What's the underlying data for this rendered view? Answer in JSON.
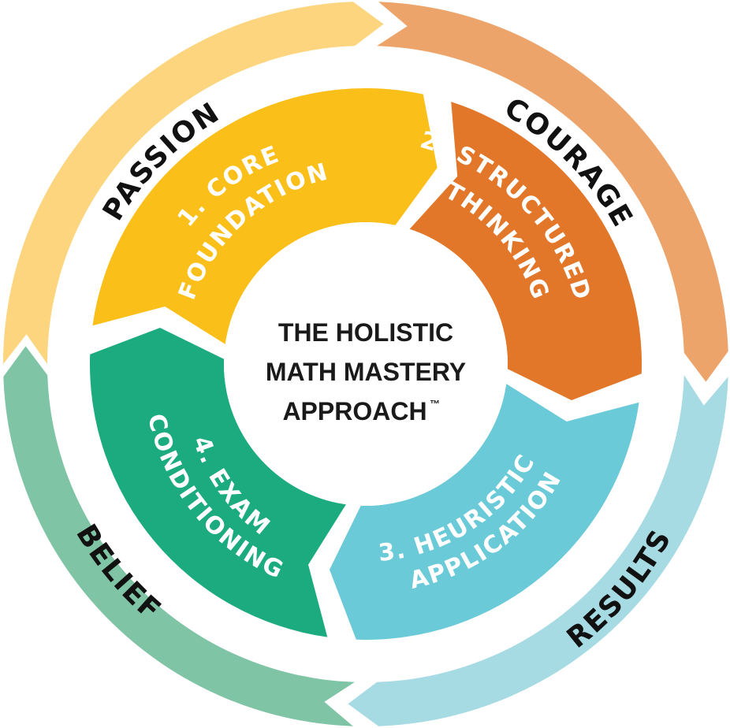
{
  "diagram": {
    "outer_ring": [
      {
        "label": "PASSION",
        "color": "#fcd57e"
      },
      {
        "label": "COURAGE",
        "color": "#eda46b"
      },
      {
        "label": "RESULTS",
        "color": "#a6dbe3"
      },
      {
        "label": "BELIEF",
        "color": "#80c4a6"
      }
    ],
    "inner_ring": [
      {
        "line1": "1. CORE",
        "line2": "FOUNDATION",
        "color": "#fbbf1a"
      },
      {
        "line1": "2. STRUCTURED",
        "line2": "THINKING",
        "color": "#e2772a"
      },
      {
        "line1": "3. HEURISTIC",
        "line2": "APPLICATION",
        "color": "#6bcad8"
      },
      {
        "line1": "4. EXAM",
        "line2": "CONDITIONING",
        "color": "#1bab7e"
      }
    ],
    "center": {
      "line1": "THE HOLISTIC",
      "line2": "MATH MASTERY",
      "line3": "APPROACH",
      "trademark": "™"
    }
  }
}
